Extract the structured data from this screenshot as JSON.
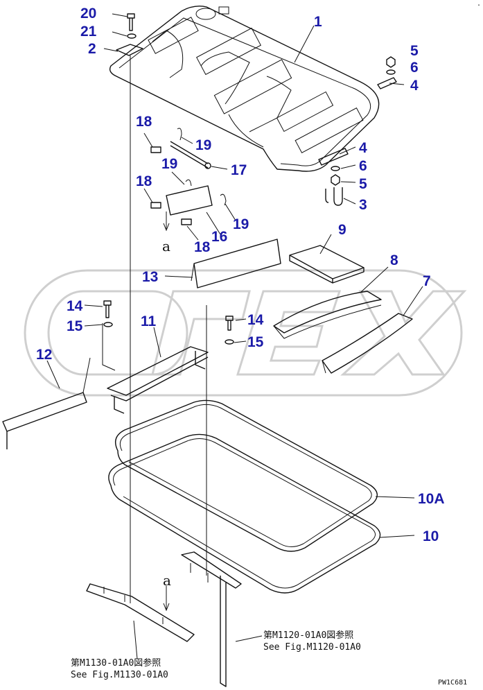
{
  "callouts": {
    "c1": "1",
    "c2": "2",
    "c3": "3",
    "c4a": "4",
    "c4b": "4",
    "c5a": "5",
    "c5b": "5",
    "c6a": "6",
    "c6b": "6",
    "c7": "7",
    "c8": "8",
    "c9": "9",
    "c10": "10",
    "c10a": "10A",
    "c11": "11",
    "c12": "12",
    "c13": "13",
    "c14a": "14",
    "c14b": "14",
    "c15a": "15",
    "c15b": "15",
    "c16": "16",
    "c17": "17",
    "c18a": "18",
    "c18b": "18",
    "c18c": "18",
    "c19a": "19",
    "c19b": "19",
    "c19c": "19",
    "c20": "20",
    "c21": "21"
  },
  "letters": {
    "a_top": "a",
    "a_bottom": "a"
  },
  "references": {
    "m1120_jp": "第M1120-01A0図参照",
    "m1120_en": "See Fig.M1120-01A0",
    "m1130_jp": "第M1130-01A0図参照",
    "m1130_en": "See Fig.M1130-01A0"
  },
  "drawing_code": "PW1C681",
  "colors": {
    "callout": "#1a1aa8",
    "line": "#111111",
    "watermark": "#cfcfcf"
  }
}
